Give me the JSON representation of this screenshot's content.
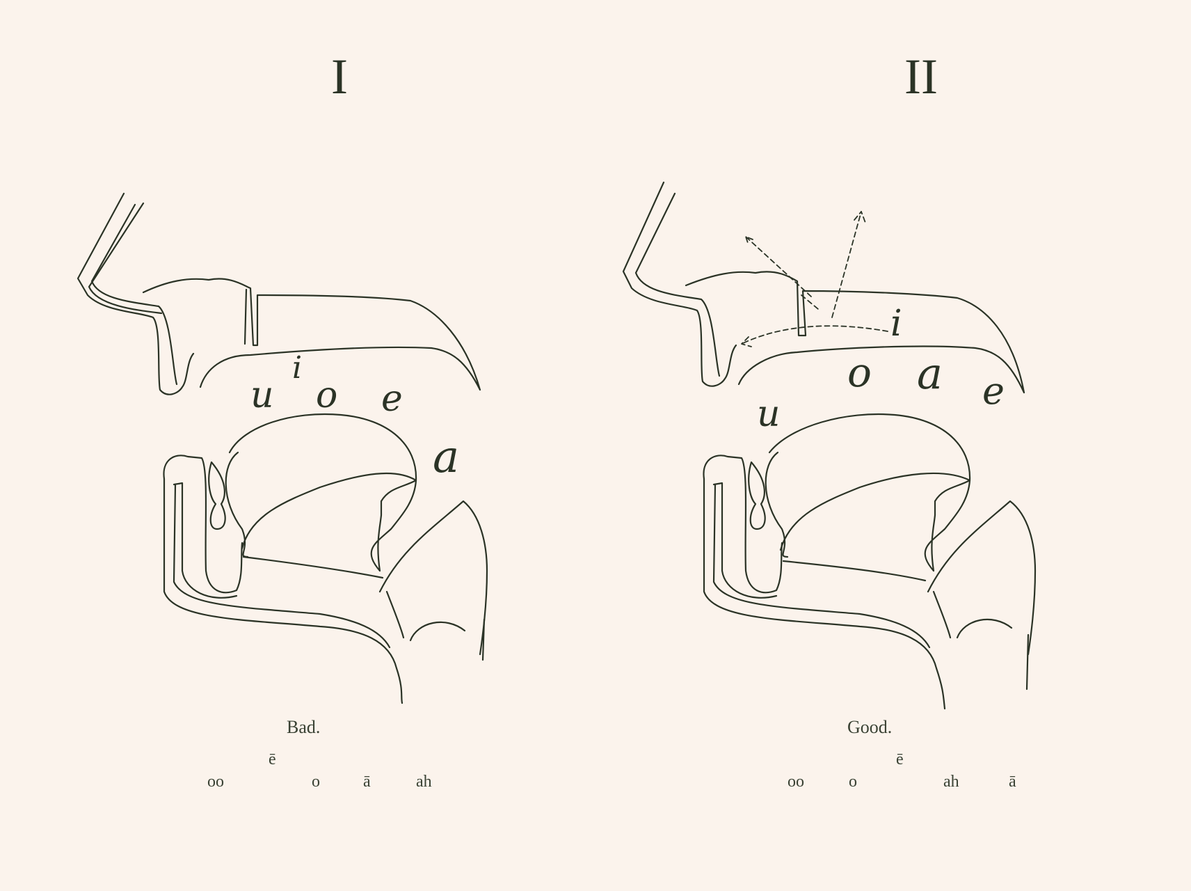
{
  "panels": [
    {
      "numeral": "I",
      "caption": "Bad.",
      "vowels": {
        "u": "u",
        "i": "i",
        "o": "o",
        "e": "e",
        "a": "a"
      },
      "key": {
        "oo": "oo",
        "e_long": "ē",
        "o": "o",
        "a_long": "ā",
        "ah": "ah"
      }
    },
    {
      "numeral": "II",
      "caption": "Good.",
      "vowels": {
        "u": "u",
        "o": "o",
        "a": "a",
        "e": "e",
        "i": "i"
      },
      "key": {
        "oo": "oo",
        "o": "o",
        "e_long": "ē",
        "ah": "ah",
        "a_long": "ā"
      }
    }
  ]
}
